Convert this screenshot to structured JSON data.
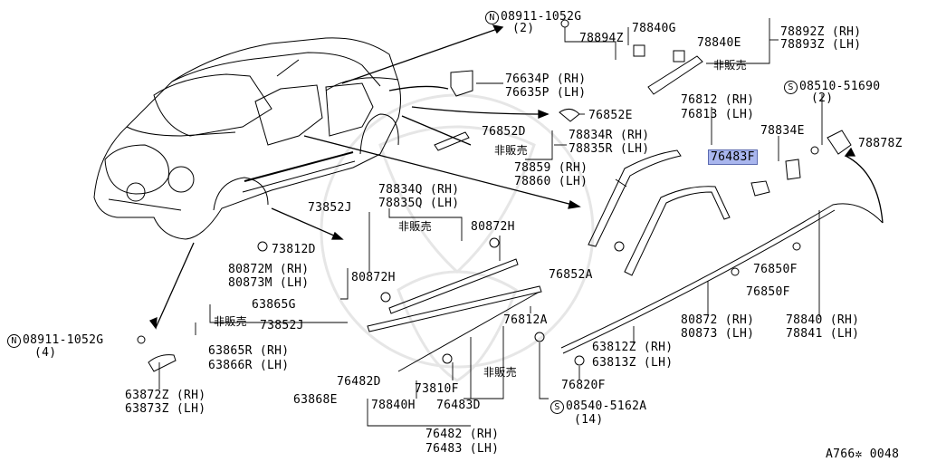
{
  "diagram": {
    "ref_code": "A766✲ 0048",
    "labels": {
      "bolt_08911_top": "08911-1052G",
      "bolt_08911_top_qty": "(2)",
      "p78840G": "78840G",
      "p78894Z": "78894Z",
      "p78840E": "78840E",
      "p78892Z": "78892Z (RH)",
      "p78893Z": "78893Z (LH)",
      "hanbai_top": "非販売",
      "p76634P": "76634P (RH)",
      "p76635P": "76635P (LH)",
      "p76852E": "76852E",
      "p76812_rh": "76812 (RH)",
      "p76813_lh": "76813 (LH)",
      "screw_08510": "08510-51690",
      "screw_08510_qty": "(2)",
      "p78834E": "78834E",
      "p78878Z": "78878Z",
      "p76852D": "76852D",
      "p78834R": "78834R (RH)",
      "p78835R": "78835R (LH)",
      "hanbai_mid": "非販売",
      "p76483F": "76483F",
      "p78859": "78859 (RH)",
      "p78860": "78860 (LH)",
      "p78834Q": "78834Q (RH)",
      "p78835Q": "78835Q (LH)",
      "p73852J_top": "73852J",
      "p80872H_right": "80872H",
      "hanbai_left": "非販売",
      "p73812D": "73812D",
      "p80872M": "80872M (RH)",
      "p80873M": "80873M (LH)",
      "p80872H_mid": "80872H",
      "p76852A": "76852A",
      "p76850F_a": "76850F",
      "p76850F_b": "76850F",
      "p63865G": "63865G",
      "p76812A": "76812A",
      "hanbai_bottom": "非販売",
      "p73852J_bot": "73852J",
      "p80872_rh": "80872 (RH)",
      "p80873_lh": "80873 (LH)",
      "p78840_rh": "78840 (RH)",
      "p78841_lh": "78841 (LH)",
      "bolt_08911_left": "08911-1052G",
      "bolt_08911_left_qty": "(4)",
      "p63865R": "63865R (RH)",
      "p63866R": "63866R (LH)",
      "p63812Z": "63812Z (RH)",
      "p63813Z": "63813Z (LH)",
      "p76482D": "76482D",
      "p73810F": "73810F",
      "hanbai_lower": "非販売",
      "p76820F": "76820F",
      "p63872Z": "63872Z (RH)",
      "p63873Z": "63873Z (LH)",
      "p63868E": "63868E",
      "p78840H": "78840H",
      "p76483D": "76483D",
      "screw_08540": "08540-5162A",
      "screw_08540_qty": "(14)",
      "p76482_rh": "76482 (RH)",
      "p76483_lh": "76483 (LH)"
    },
    "symbols": {
      "N": "N",
      "S": "S"
    },
    "highlight_color": "#a9b6ee"
  }
}
